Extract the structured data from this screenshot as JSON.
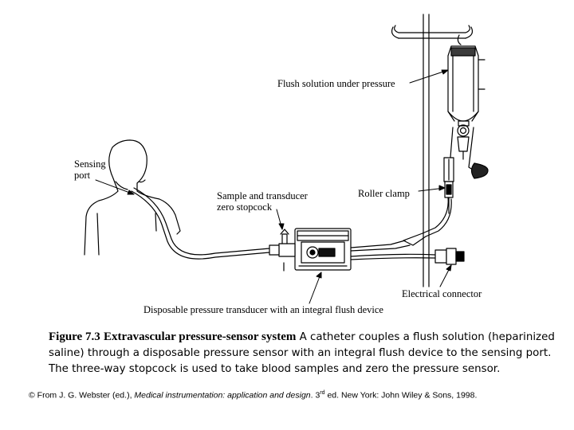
{
  "diagram": {
    "labels": {
      "flush": "Flush solution under pressure",
      "sensing_line1": "Sensing",
      "sensing_line2": "port",
      "stopcock_line1": "Sample and transducer",
      "stopcock_line2": "zero stopcock",
      "roller": "Roller clamp",
      "connector": "Electrical connector",
      "transducer": "Disposable pressure transducer with an integral flush device"
    }
  },
  "caption": {
    "number": "Figure 7.3",
    "title": "Extravascular pressure-sensor system",
    "body": " A catheter couples a flush solution (heparinized saline) through a disposable pressure sensor with an integral flush device to the sensing port. The three-way stopcock is used to take blood samples and zero the pressure sensor."
  },
  "credit": {
    "prefix": "© From J. G. Webster (ed.), ",
    "book": "Medical instrumentation: application and design",
    "edition_num": ". 3",
    "edition_sup": "rd",
    "rest": " ed. New York: John Wiley & Sons, 1998."
  }
}
